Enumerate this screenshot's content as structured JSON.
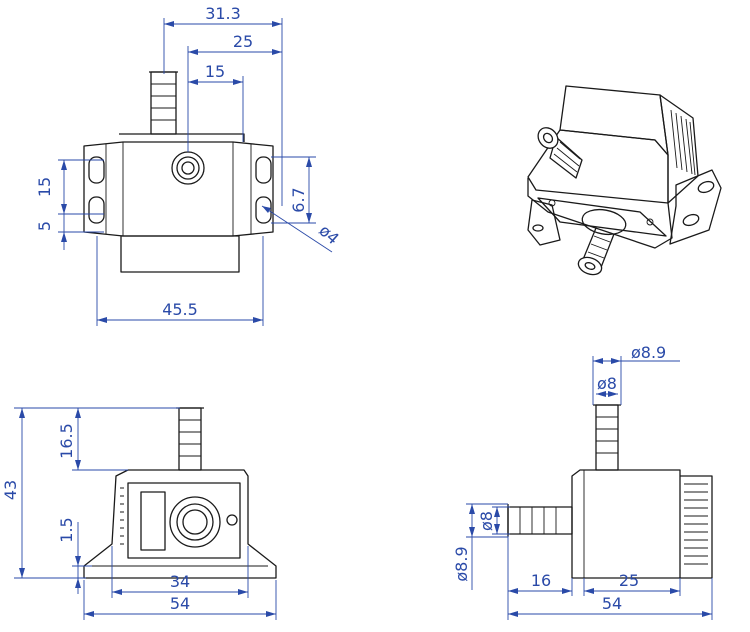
{
  "colors": {
    "outline": "#1a1a1a",
    "dimension": "#2a4aa8",
    "background": "#ffffff"
  },
  "top_view": {
    "dim_31_3": "31.3",
    "dim_25": "25",
    "dim_15": "15",
    "dim_6_7": "6.7",
    "dim_4": "ø4",
    "dim_15_left": "15",
    "dim_5_left": "5",
    "dim_45_5": "45.5"
  },
  "front_view": {
    "dim_43": "43",
    "dim_16_5": "16.5",
    "dim_1_5": "1.5",
    "dim_34": "34",
    "dim_54": "54"
  },
  "side_view": {
    "dim_8_9_top": "ø8.9",
    "dim_8_top": "ø8",
    "dim_8_left": "ø8",
    "dim_8_9_left": "ø8.9",
    "dim_16": "16",
    "dim_25": "25",
    "dim_54": "54"
  }
}
